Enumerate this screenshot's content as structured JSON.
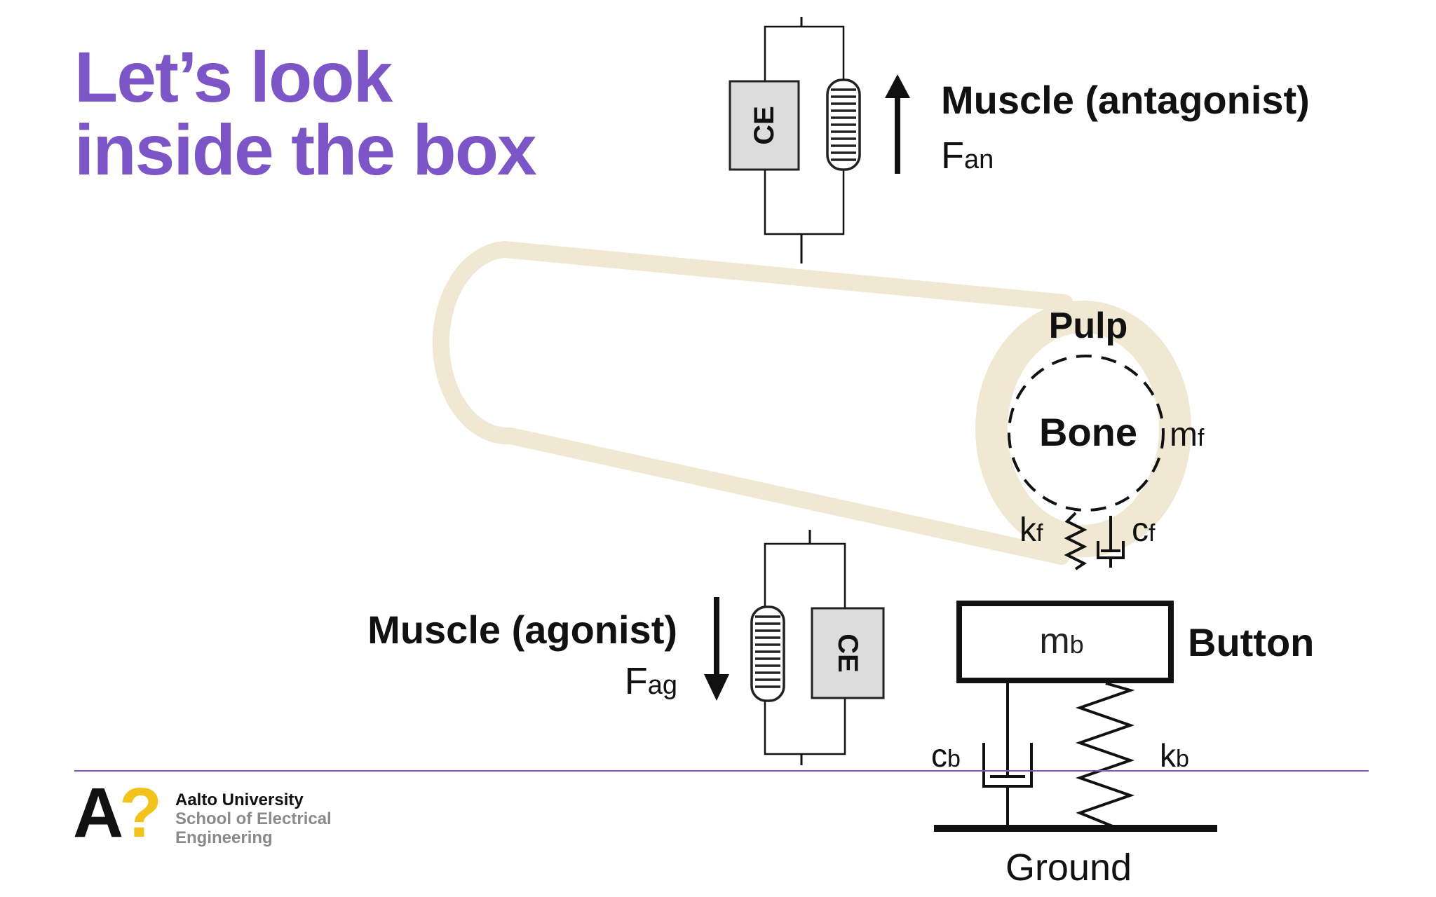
{
  "slide": {
    "title_line1": "Let’s look",
    "title_line2": "inside the box",
    "accent_color": "#7c55c7"
  },
  "footer": {
    "logo_letter": "A",
    "logo_mark": "?",
    "logo_mark_color": "#f2c31a",
    "org_name": "Aalto University",
    "school_line1": "School of Electrical",
    "school_line2": "Engineering"
  },
  "diagram": {
    "muscle_top": {
      "label": "Muscle (antagonist)",
      "force_main": "F",
      "force_sub": "an",
      "ce_label": "CE",
      "arrow": "up"
    },
    "muscle_bottom": {
      "label": "Muscle (agonist)",
      "force_main": "F",
      "force_sub": "ag",
      "ce_label": "CE",
      "arrow": "down"
    },
    "finger": {
      "pulp_label": "Pulp",
      "bone_label": "Bone",
      "mass_main": "m",
      "mass_sub": "f",
      "spring_main": "k",
      "spring_sub": "f",
      "damper_main": "c",
      "damper_sub": "f",
      "pulp_color": "#f0e8d2"
    },
    "button": {
      "label": "Button",
      "mass_main": "m",
      "mass_sub": "b",
      "damper_main": "c",
      "damper_sub": "b",
      "spring_main": "k",
      "spring_sub": "b"
    },
    "ground_label": "Ground"
  }
}
